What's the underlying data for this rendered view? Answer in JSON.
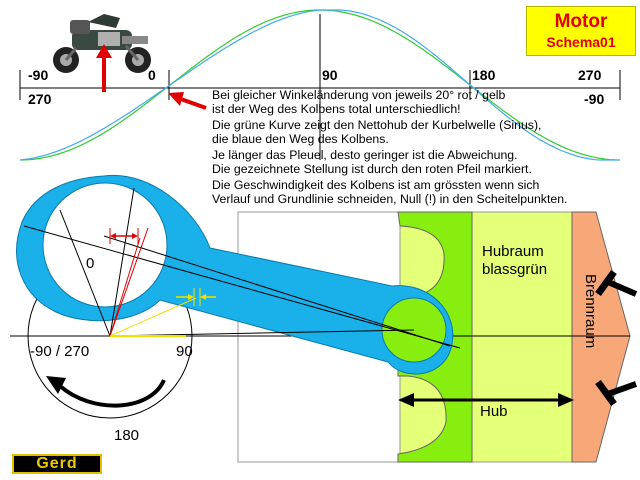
{
  "title": {
    "main": "Motor",
    "sub": "Schema01"
  },
  "axis_top": [
    "-90",
    "0",
    "90",
    "180",
    "270"
  ],
  "axis_bottom": [
    "270",
    "-90"
  ],
  "description": [
    "Bei  gleicher Winkeländerung von jeweils  20° rot / gelb",
    "ist der Weg des Kolbens total unterschiedlich!",
    "Die grüne Kurve zeigt den Nettohub der Kurbelwelle (Sinus),",
    "die blaue den Weg des Kolbens.",
    "Je länger das Pleuel, desto geringer ist die Abweichung.",
    "Die gezeichnete Stellung ist durch den roten Pfeil markiert.",
    "Die Geschwindigkeit des Kolbens ist am grössten wenn sich",
    "Verlauf und Grundlinie schneiden, Null (!) in den Scheitelpunkten."
  ],
  "crank_labels": {
    "zero": "0",
    "left": "-90 / 270",
    "right": "90",
    "bottom": "180"
  },
  "cylinder_labels": {
    "hubraum_line1": "Hubraum",
    "hubraum_line2": "blassgrün",
    "brennraum": "Brennraum",
    "hub": "Hub"
  },
  "logo": "Gerd",
  "colors": {
    "rod": "#1ab0ea",
    "hubraum": "#e4ff78",
    "piston": "#88ee10",
    "combustion": "#f8a878",
    "sine_curve": "#33cc33",
    "piston_curve": "#44aaee",
    "marker": "#e00000"
  }
}
